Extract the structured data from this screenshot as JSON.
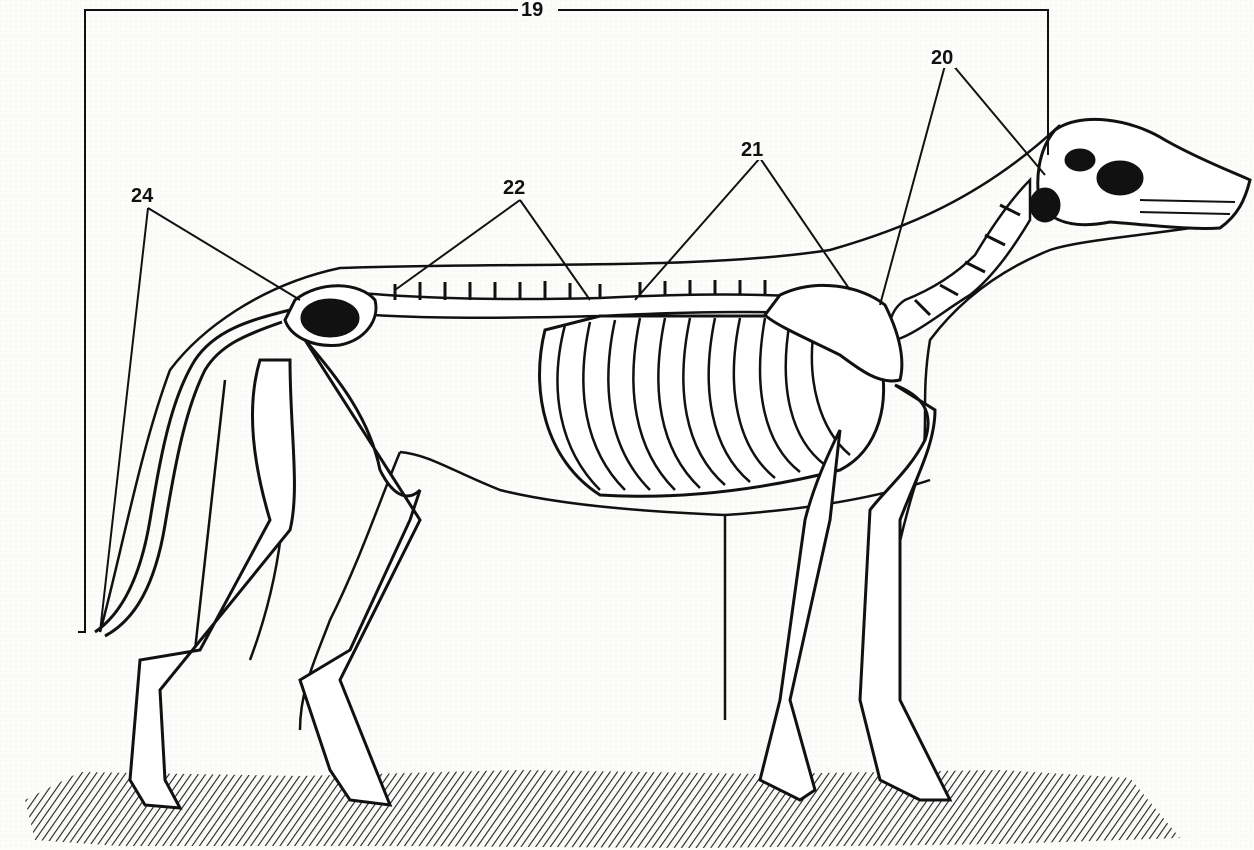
{
  "labels": {
    "l19": "19",
    "l20": "20",
    "l21": "21",
    "l22": "22",
    "l24": "24"
  },
  "colors": {
    "ink": "#111111",
    "paper": "#fcfcfa",
    "ground": "#2a2a2a"
  }
}
